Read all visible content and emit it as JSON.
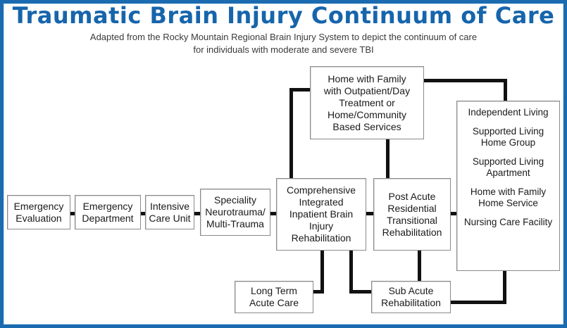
{
  "page": {
    "title": "Traumatic Brain Injury Continuum of Care",
    "subtitle_line1": "Adapted from the Rocky Mountain Regional Brain Injury System to depict the continuum of care",
    "subtitle_line2": "for individuals with moderate and severe TBI",
    "frame_color": "#1a6bb0",
    "title_color": "#1665ac",
    "connector_color": "#111111",
    "box_border_color": "#8a8a8a"
  },
  "chart_data": {
    "type": "diagram",
    "title": "Traumatic Brain Injury Continuum of Care",
    "nodes": [
      {
        "id": "emergency-evaluation",
        "label": "Emergency\nEvaluation"
      },
      {
        "id": "emergency-department",
        "label": "Emergency\nDepartment"
      },
      {
        "id": "intensive-care-unit",
        "label": "Intensive\nCare Unit"
      },
      {
        "id": "speciality-neurotrauma",
        "label": "Speciality\nNeurotrauma/\nMulti-Trauma"
      },
      {
        "id": "comprehensive-inpatient",
        "label": "Comprehensive\nIntegrated\nInpatient Brain\nInjury\nRehabilitation"
      },
      {
        "id": "home-with-family",
        "label": "Home with Family\nwith Outpatient/Day\nTreatment or\nHome/Community\nBased Services"
      },
      {
        "id": "post-acute-residential",
        "label": "Post Acute\nResidential\nTransitional\nRehabilitation"
      },
      {
        "id": "long-term-acute-care",
        "label": "Long Term\nAcute Care"
      },
      {
        "id": "sub-acute-rehabilitation",
        "label": "Sub Acute\nRehabilitation"
      },
      {
        "id": "independent-living",
        "label": "Independent Living / Supported Living"
      }
    ],
    "edges": [
      {
        "from": "emergency-evaluation",
        "to": "emergency-department"
      },
      {
        "from": "emergency-department",
        "to": "intensive-care-unit"
      },
      {
        "from": "intensive-care-unit",
        "to": "speciality-neurotrauma"
      },
      {
        "from": "speciality-neurotrauma",
        "to": "comprehensive-inpatient"
      },
      {
        "from": "comprehensive-inpatient",
        "to": "home-with-family"
      },
      {
        "from": "comprehensive-inpatient",
        "to": "post-acute-residential"
      },
      {
        "from": "comprehensive-inpatient",
        "to": "long-term-acute-care"
      },
      {
        "from": "comprehensive-inpatient",
        "to": "sub-acute-rehabilitation"
      },
      {
        "from": "home-with-family",
        "to": "post-acute-residential"
      },
      {
        "from": "home-with-family",
        "to": "independent-living"
      },
      {
        "from": "post-acute-residential",
        "to": "independent-living"
      },
      {
        "from": "post-acute-residential",
        "to": "sub-acute-rehabilitation"
      },
      {
        "from": "sub-acute-rehabilitation",
        "to": "independent-living"
      }
    ]
  },
  "boxes": {
    "emergency_evaluation": {
      "line1": "Emergency",
      "line2": "Evaluation"
    },
    "emergency_department": {
      "line1": "Emergency",
      "line2": "Department"
    },
    "intensive_care_unit": {
      "line1": "Intensive",
      "line2": "Care Unit"
    },
    "speciality_neurotrauma": {
      "line1": "Speciality",
      "line2": "Neurotrauma/",
      "line3": "Multi-Trauma"
    },
    "comprehensive_inpatient": {
      "line1": "Comprehensive",
      "line2": "Integrated",
      "line3": "Inpatient Brain",
      "line4": "Injury",
      "line5": "Rehabilitation"
    },
    "home_with_family": {
      "line1": "Home with Family",
      "line2": "with Outpatient/Day",
      "line3": "Treatment or",
      "line4": "Home/Community",
      "line5": "Based Services"
    },
    "post_acute": {
      "line1": "Post Acute",
      "line2": "Residential",
      "line3": "Transitional",
      "line4": "Rehabilitation"
    },
    "long_term_acute_care": {
      "line1": "Long Term",
      "line2": "Acute Care"
    },
    "sub_acute": {
      "line1": "Sub Acute",
      "line2": "Rehabilitation"
    },
    "independent_living": {
      "items": [
        {
          "line1": "Independent Living"
        },
        {
          "line1": "Supported Living",
          "line2": "Home Group"
        },
        {
          "line1": "Supported Living",
          "line2": "Apartment"
        },
        {
          "line1": "Home with Family",
          "line2": "Home Service"
        },
        {
          "line1": "Nursing Care Facility"
        }
      ]
    }
  }
}
